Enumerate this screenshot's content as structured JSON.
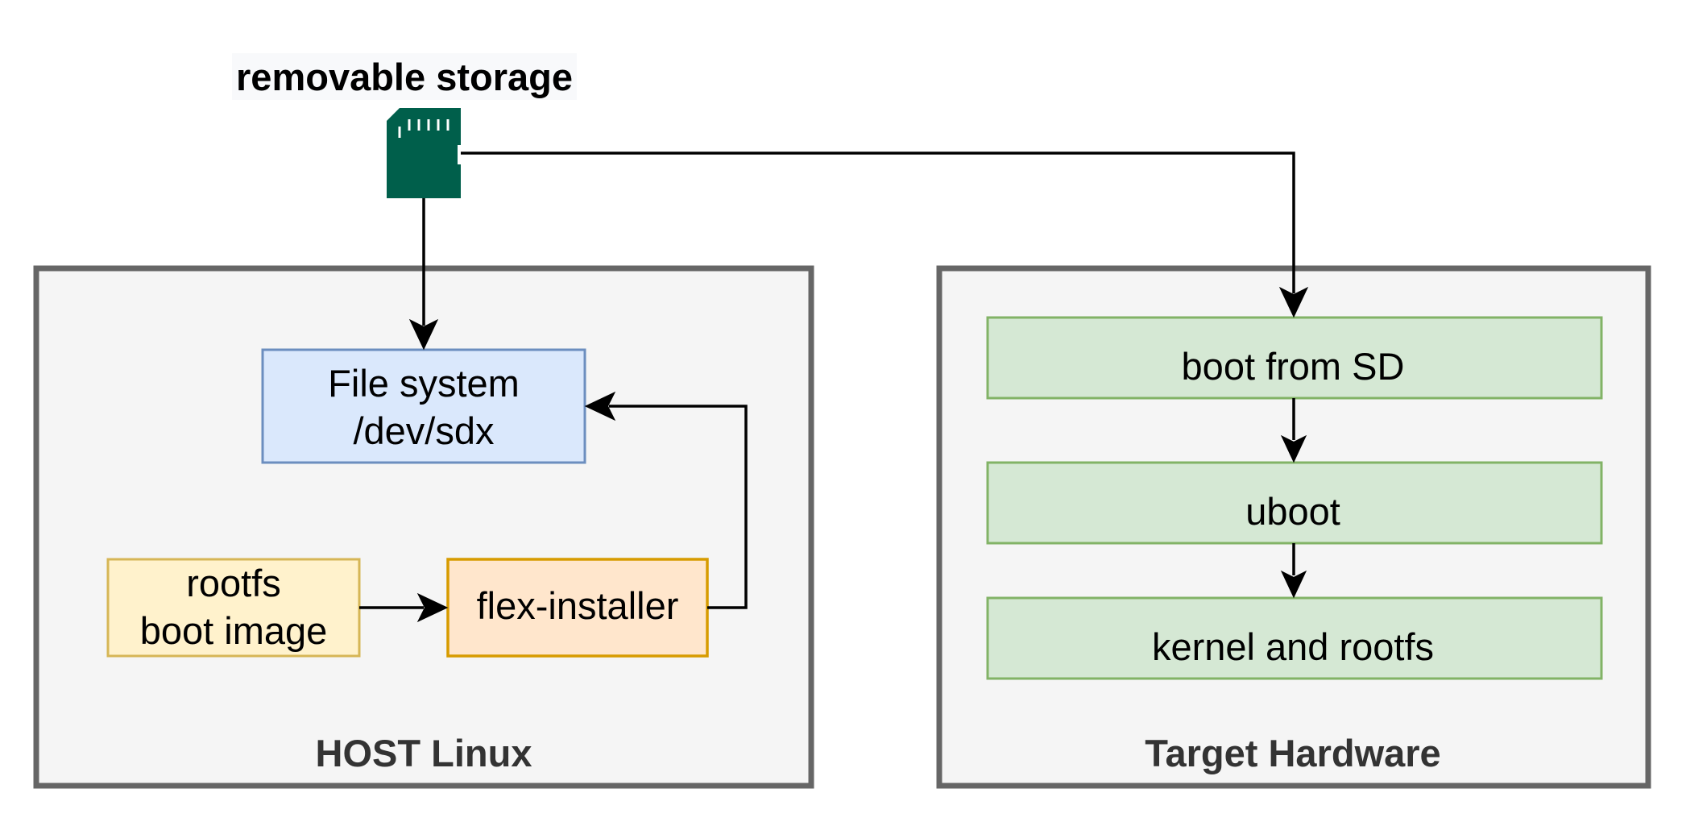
{
  "storage": {
    "label": "removable storage",
    "icon": "sd-card-icon",
    "color": "#005f4b"
  },
  "host": {
    "title": "HOST Linux",
    "filesystem": {
      "line1": "File system",
      "line2": "/dev/sdx",
      "fill": "#dae8fc",
      "stroke": "#6c8ebf"
    },
    "rootfs": {
      "line1": "rootfs",
      "line2": "boot image",
      "fill": "#fff2cc",
      "stroke": "#d6b656"
    },
    "installer": {
      "label": "flex-installer",
      "fill": "#ffe6cc",
      "stroke": "#d79b00"
    }
  },
  "target": {
    "title": "Target Hardware",
    "steps": [
      {
        "label": "boot from SD"
      },
      {
        "label": "uboot"
      },
      {
        "label": "kernel and rootfs"
      }
    ],
    "step_fill": "#d5e8d4",
    "step_stroke": "#82b366"
  },
  "container_fill": "#f5f5f5",
  "container_stroke": "#666666"
}
